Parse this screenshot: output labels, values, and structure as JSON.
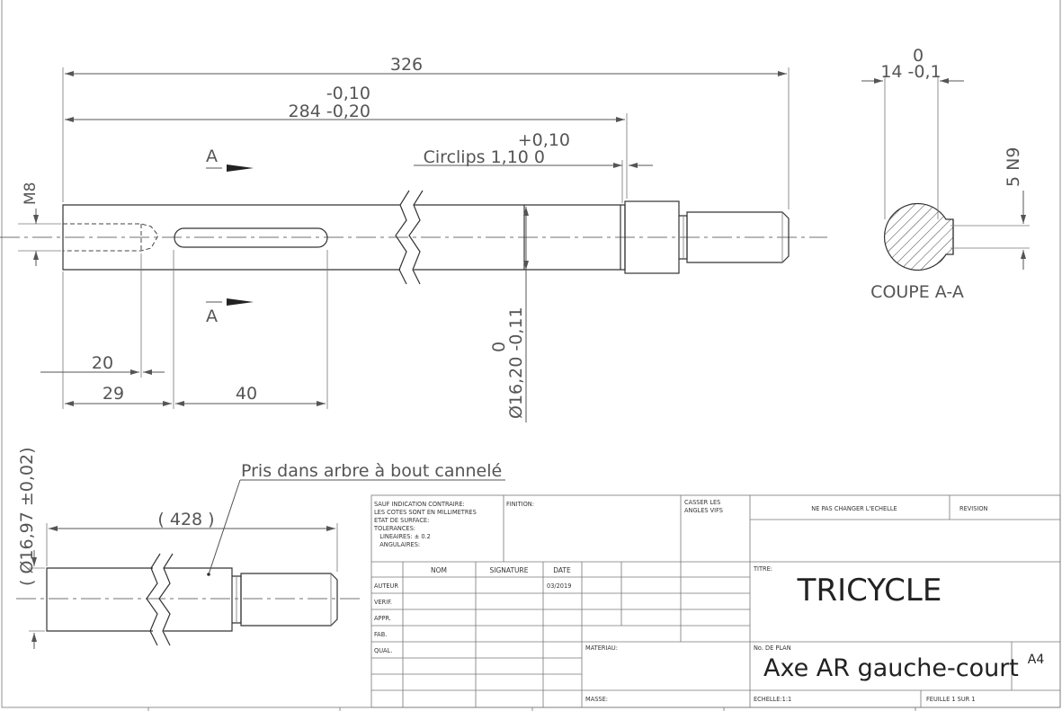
{
  "dimensions": {
    "overall_length": "326",
    "length_284_upper": "-0,10",
    "length_284": "284 -0,20",
    "circlips_upper": "+0,10",
    "circlips": "Circlips 1,10  0",
    "thread": "M8",
    "dim_20": "20",
    "dim_29": "29",
    "dim_40": "40",
    "diameter_upper": "0",
    "diameter": "Ø16,20 -0,11",
    "width_upper": "0",
    "width": "14 -0,1",
    "key_tolerance": "5 N9",
    "diameter_2": "( Ø16,97 ±0,02)",
    "length_428": "( 428 )"
  },
  "section": {
    "arrow_label_top": "A",
    "arrow_label_bottom": "A",
    "section_title": "COUPE A-A"
  },
  "note": {
    "text": "Pris dans arbre à bout cannelé"
  },
  "title_block": {
    "general_notes": [
      "SAUF INDICATION CONTRAIRE:",
      "LES COTES SONT EN MILLIMETRES",
      "ETAT DE SURFACE:",
      "TOLERANCES:",
      "   LINEAIRES: ± 0.2",
      "   ANGULAIRES:"
    ],
    "finition_label": "FINITION:",
    "casser_line1": "CASSER LES",
    "casser_line2": "ANGLES VIFS",
    "ne_pas_changer": "NE PAS CHANGER L'ECHELLE",
    "revision": "REVISION",
    "col_nom": "NOM",
    "col_signature": "SIGNATURE",
    "col_date": "DATE",
    "row_auteur": "AUTEUR",
    "row_verif": "VERIF.",
    "row_appr": "APPR.",
    "row_fab": "FAB.",
    "row_qual": "QUAL.",
    "auteur_date": "03/2019",
    "materiau_label": "MATERIAU:",
    "masse_label": "MASSE:",
    "titre_label": "TITRE:",
    "titre": "TRICYCLE",
    "no_plan_label": "No. DE PLAN",
    "no_plan": "Axe AR gauche-court",
    "format": "A4",
    "echelle": "ECHELLE:1:1",
    "feuille": "FEUILLE 1 SUR 1"
  }
}
